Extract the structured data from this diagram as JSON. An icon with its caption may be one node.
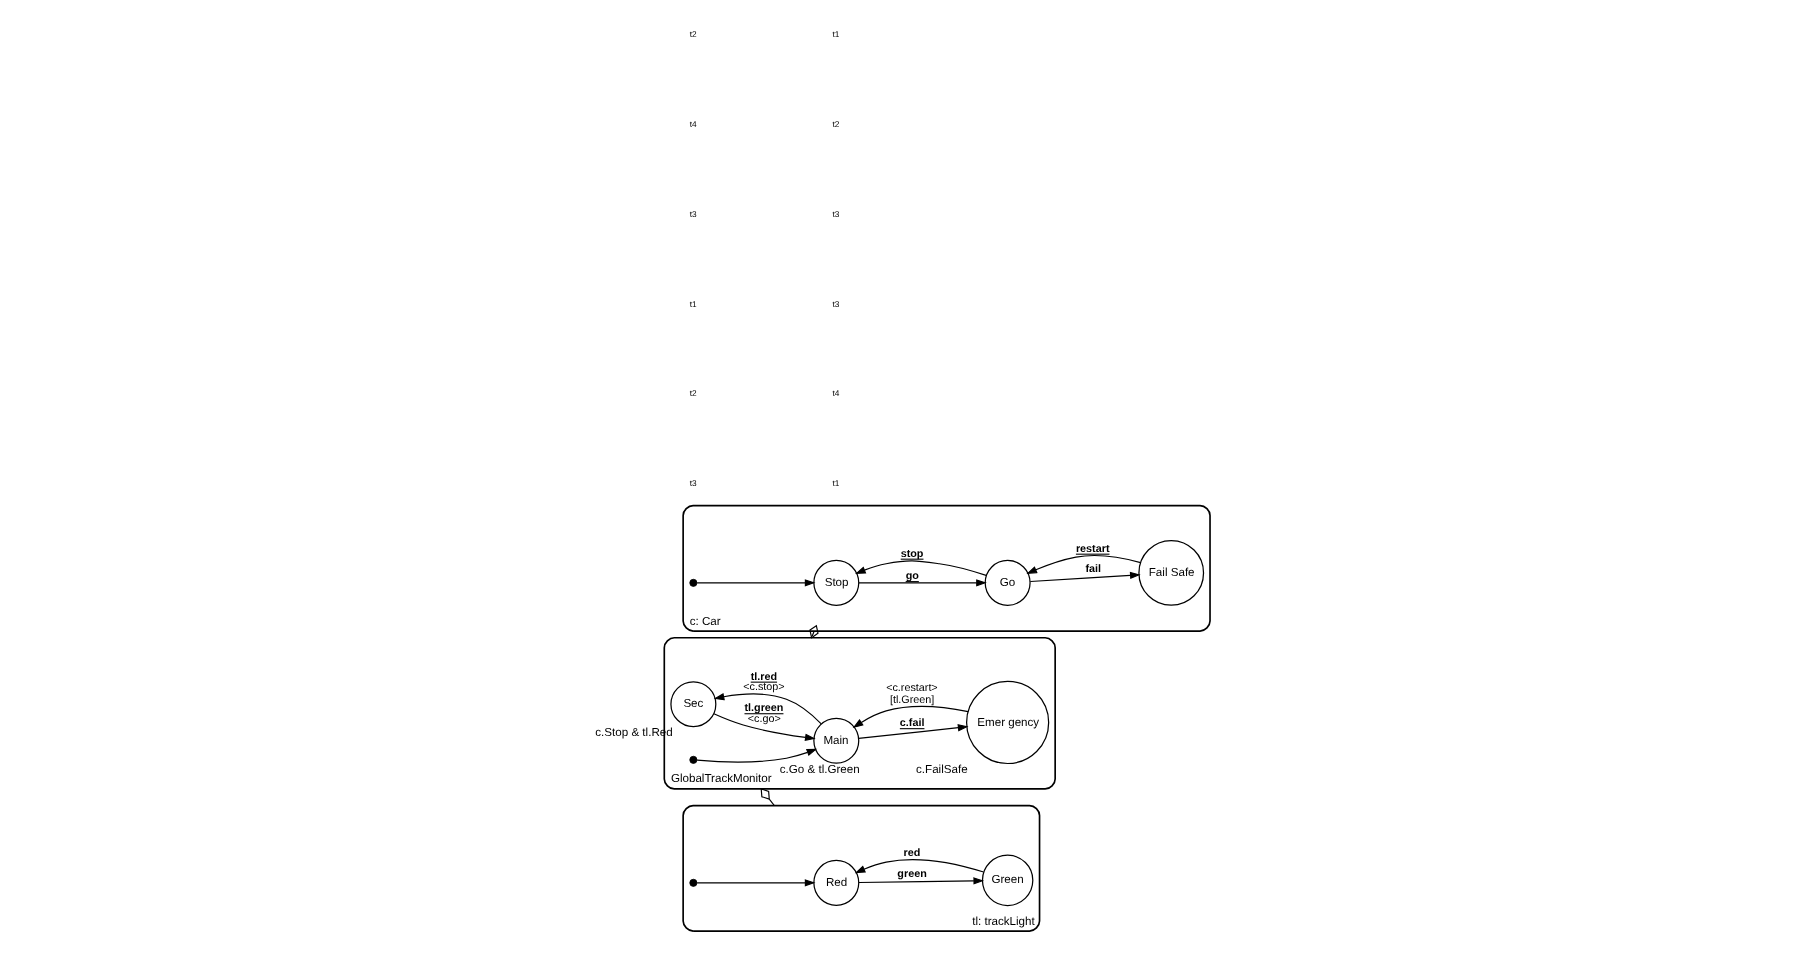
{
  "diagram": {
    "nodes": [
      {
        "text": [
          "c: Car"
        ]
      },
      {
        "text": [
          "Stop"
        ],
        "in": 0
      },
      {
        "text": [
          "Go"
        ],
        "in": 0
      },
      {
        "text": [
          "Fail Safe"
        ],
        "in": 0
      },
      {
        "text": [],
        "shape": "circle",
        "in": 0
      },
      {
        "text": [
          "tl: trackLight"
        ]
      },
      {
        "text": [
          "Red"
        ],
        "in": 5
      },
      {
        "text": [
          "Green"
        ],
        "in": 5
      },
      {
        "text": [],
        "shape": "circle",
        "in": 5
      },
      {
        "text": [
          "GlobalTrackMonitor"
        ]
      },
      {
        "text": [
          "Sec"
        ],
        "in": 9,
        "beside": [
          "c.Stop & tl.Red"
        ]
      },
      {
        "text": [
          "Main"
        ],
        "in": 9,
        "beside": [
          "c.Go & tl.Green"
        ]
      },
      {
        "text": [
          "Emer gency"
        ],
        "in": 9,
        "beside": [
          "c.FailSafe"
        ]
      },
      {
        "text": [],
        "shape": "circle",
        "in": 9
      }
    ],
    "edges": [
      {
        "from": 4,
        "to": 1,
        "arrow": "to"
      },
      {
        "from": 1,
        "to": 2,
        "arrow": "to",
        "label": "go"
      },
      {
        "from": 2,
        "to": 1,
        "arrow": "to",
        "label": "stop"
      },
      {
        "from": 2,
        "to": 3,
        "arrow": "to",
        "label": "fail"
      },
      {
        "from": 3,
        "to": 2,
        "arrow": "to",
        "label": "restart"
      },
      {
        "from": 8,
        "to": 6,
        "arrow": "to"
      },
      {
        "from": 6,
        "to": 7,
        "arrow": "to",
        "label": "green"
      },
      {
        "from": 7,
        "to": 6,
        "arrow": "to",
        "label": "red"
      },
      {
        "from": 13,
        "to": 11,
        "arrow": "to"
      },
      {
        "from": 10,
        "to": 11,
        "arrow": "to",
        "label": "tl.green <c.go>"
      },
      {
        "from": 11,
        "to": 10,
        "arrow": "to",
        "label": "tl.red <c.stop>"
      },
      {
        "from": 11,
        "to": 12,
        "arrow": "to",
        "label": "c.fail"
      },
      {
        "from": 12,
        "to": 11,
        "arrow": "to",
        "label": "<c.restart> [tl.Green]"
      },
      {
        "from": 0,
        "to": 9,
        "arrow": "other"
      },
      {
        "from": 5,
        "to": 9,
        "arrow": "other"
      }
    ],
    "labels": [
      "t2",
      "t4",
      "t3",
      "t1",
      "t2",
      "t3",
      "t1",
      "t2",
      "t3",
      "t3",
      "t4",
      "t1"
    ]
  }
}
